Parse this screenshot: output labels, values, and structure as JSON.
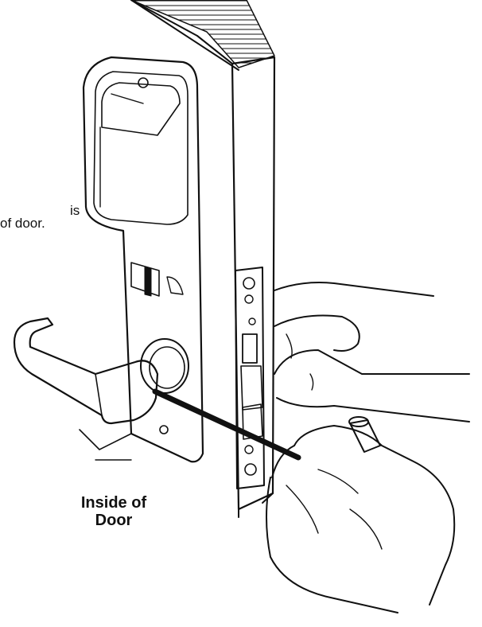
{
  "callout": {
    "line1": "is",
    "line2": "of door."
  },
  "door_label": {
    "line1": "Inside of",
    "line2": "Door"
  },
  "colors": {
    "ink": "#111111",
    "paper": "#ffffff"
  }
}
